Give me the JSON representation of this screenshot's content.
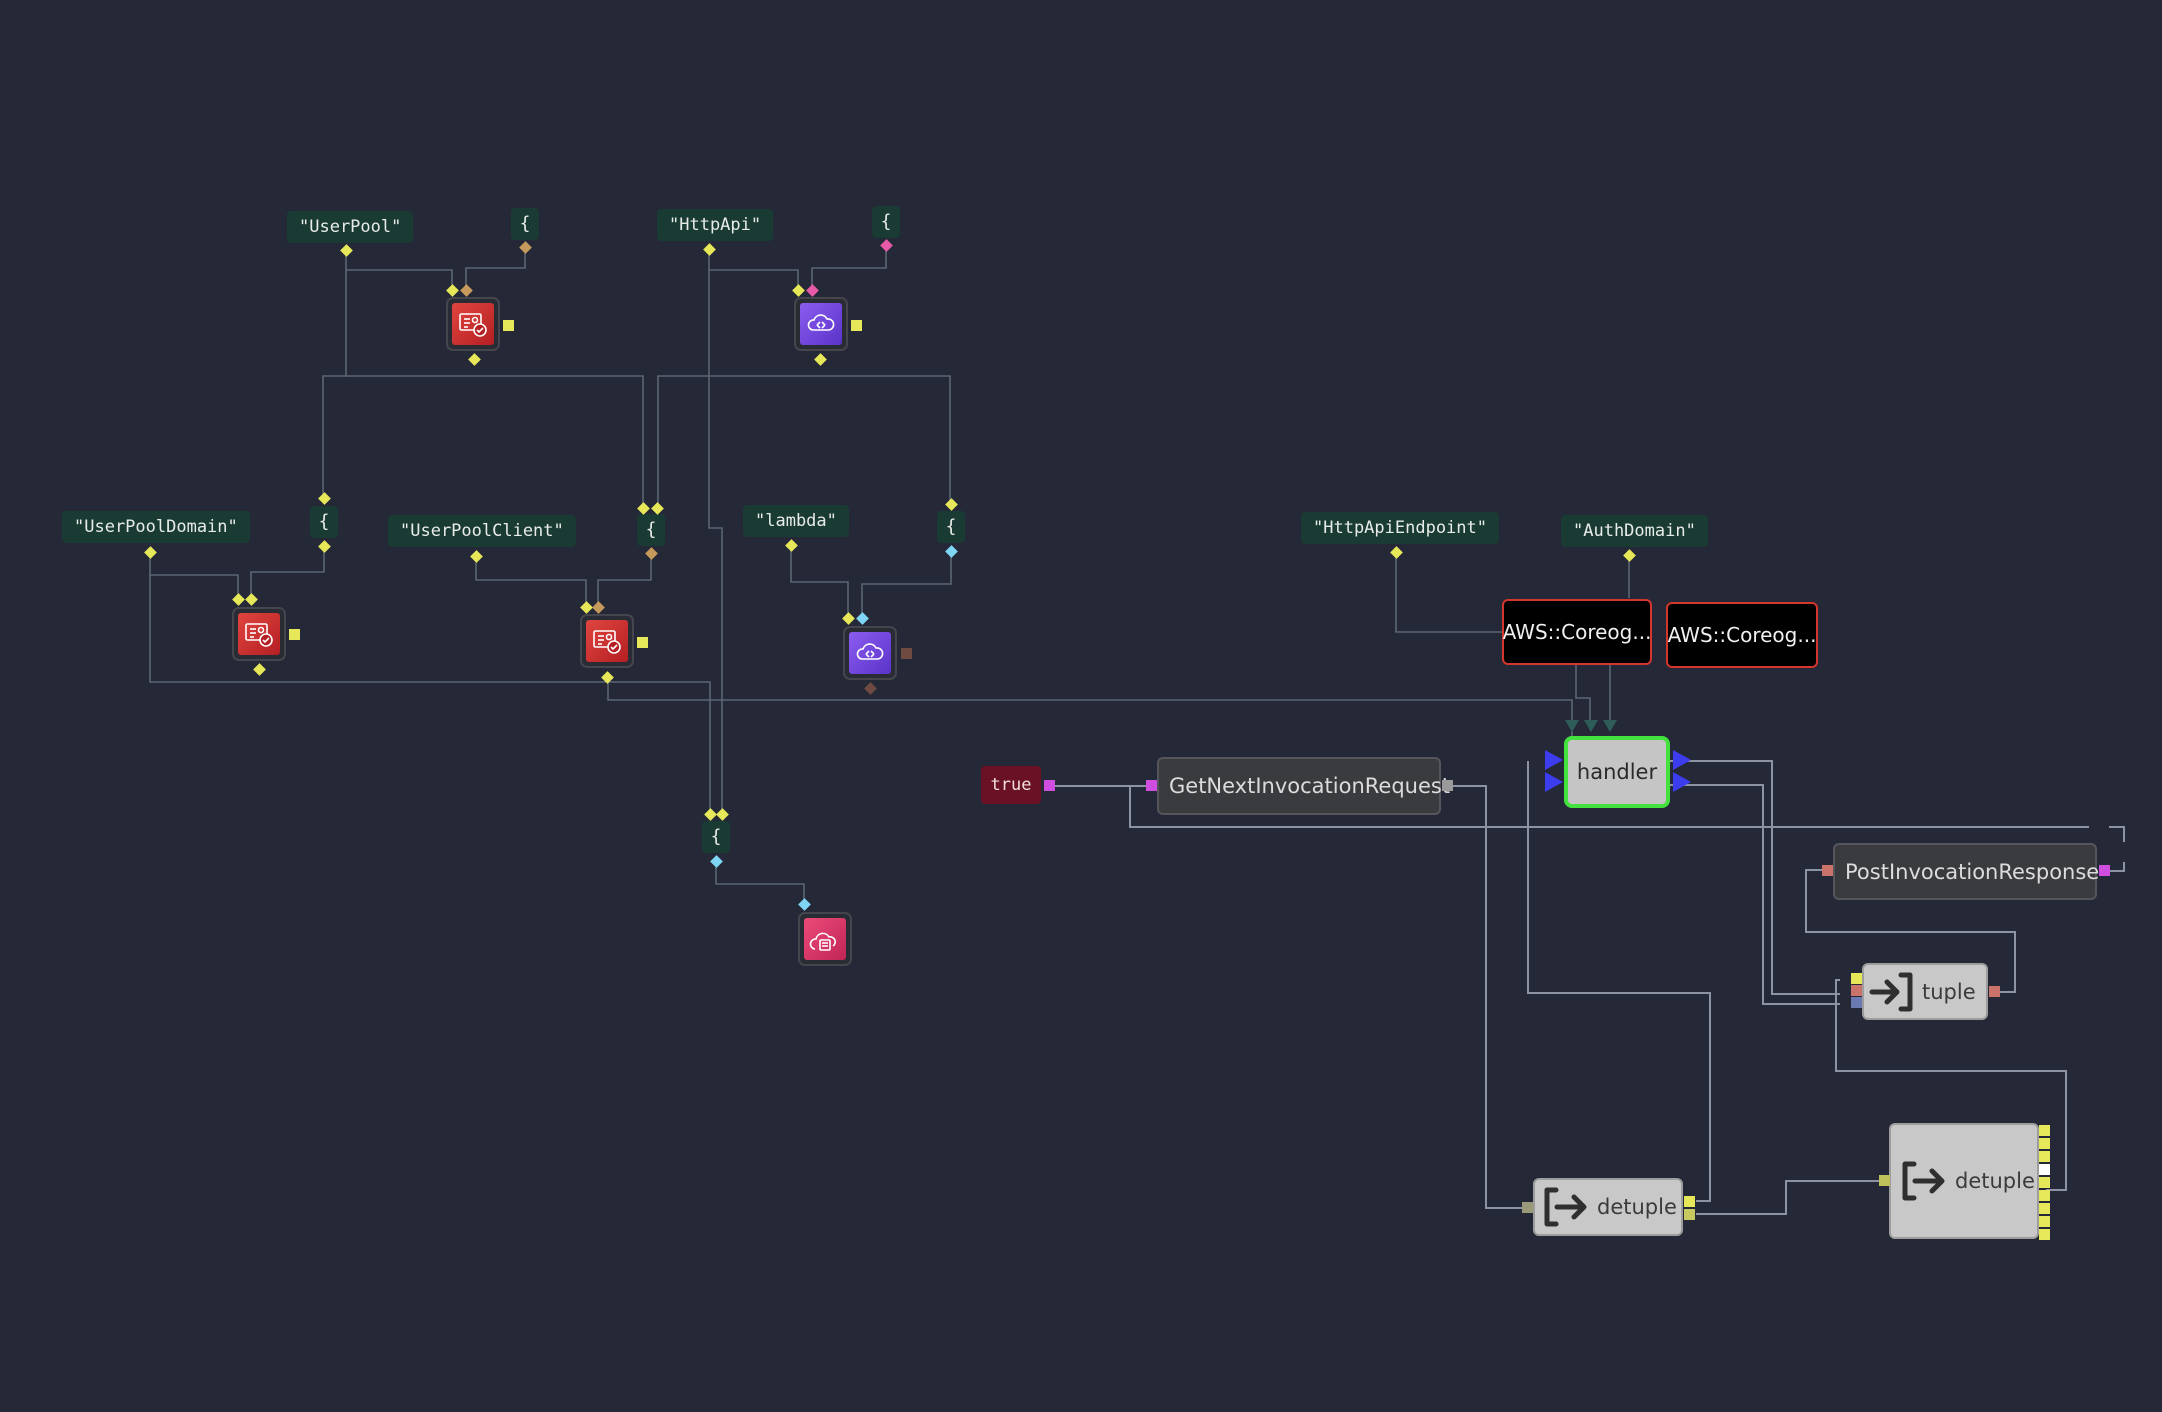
{
  "literals": [
    {
      "id": "userpool",
      "text": "\"UserPool\""
    },
    {
      "id": "httpapi",
      "text": "\"HttpApi\""
    },
    {
      "id": "userpooldomain",
      "text": "\"UserPoolDomain\""
    },
    {
      "id": "userpoolclient",
      "text": "\"UserPoolClient\""
    },
    {
      "id": "lambda",
      "text": "\"lambda\""
    },
    {
      "id": "httpapiendpoint",
      "text": "\"HttpApiEndpoint\""
    },
    {
      "id": "authdomain",
      "text": "\"AuthDomain\""
    }
  ],
  "brace_symbol": "{",
  "resource_icons": {
    "userpool": "cognito-icon",
    "httpapi": "api-gateway-icon",
    "userpooldomain": "cognito-icon",
    "userpoolclient": "cognito-icon",
    "lambda": "api-gateway-icon",
    "stack": "cloudformation-icon"
  },
  "nodes": {
    "true_literal": "true",
    "get_next": "GetNextInvocationRequest",
    "aws_ref_1": "AWS::Coreog...",
    "aws_ref_2": "AWS::Coreog...",
    "handler": "handler",
    "post_response": "PostInvocationResponse",
    "tuple": "tuple",
    "detuple_1": "detuple",
    "detuple_2": "detuple"
  },
  "node_icons": {
    "tuple": "arrow-into-bracket-icon",
    "detuple": "arrow-out-of-bracket-icon"
  },
  "colors": {
    "background": "#252836",
    "wire": "#5b6673",
    "wire_light": "#8d93a3",
    "literal_bg": "#1a3a34",
    "port_yellow": "#e6e85a",
    "port_magenta": "#cf4ee0",
    "port_cyan": "#7ed6f4",
    "port_tan": "#c59a5c",
    "port_pink": "#e75aa8",
    "port_salmon": "#c9736a",
    "handler_border": "#43e23e",
    "handler_arrow": "#3d3df0",
    "aws_border": "#d4352c",
    "cognito_red": "#d7302d",
    "apigw_purple": "#7648e0",
    "cfn_pink": "#e03a6a"
  }
}
